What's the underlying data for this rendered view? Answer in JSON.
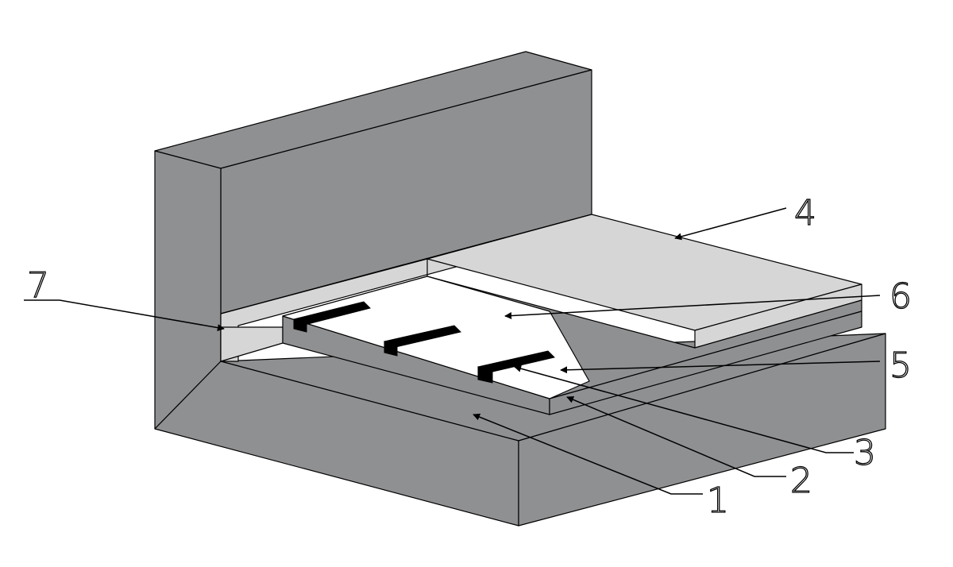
{
  "diagram": {
    "colors": {
      "concrete": "#8f9092",
      "insulation": "#d6d6d6",
      "heating_cavity": "#ffffff",
      "heating_pipe": "#000000",
      "outline": "#000000"
    },
    "callouts": [
      {
        "id": "1",
        "label": "1"
      },
      {
        "id": "2",
        "label": "2"
      },
      {
        "id": "3",
        "label": "3"
      },
      {
        "id": "4",
        "label": "4"
      },
      {
        "id": "5",
        "label": "5"
      },
      {
        "id": "6",
        "label": "6"
      },
      {
        "id": "7",
        "label": "7"
      }
    ]
  }
}
